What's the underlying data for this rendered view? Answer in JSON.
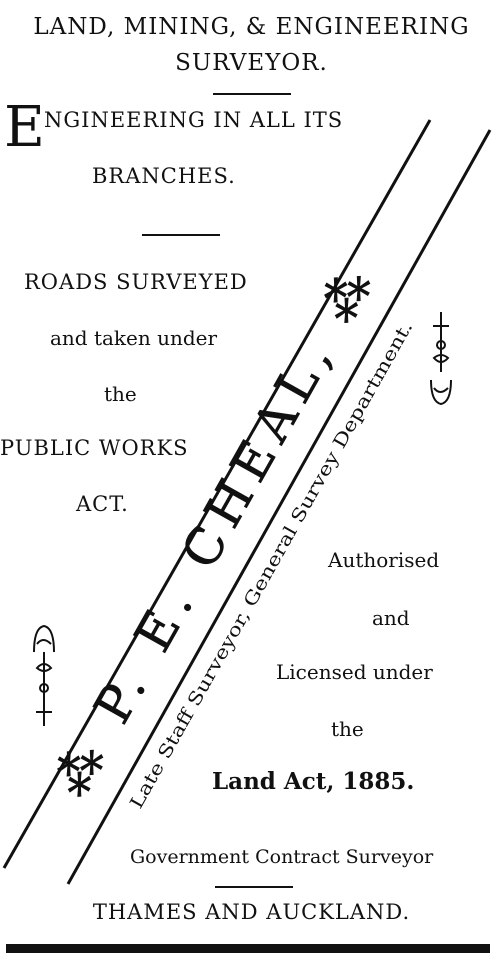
{
  "header": {
    "line1": "LAND, MINING, & ENGINEERING",
    "line2": "SURVEYOR."
  },
  "engineering": {
    "drop_cap": "E",
    "line1_rest": "NGINEERING IN ALL ITS",
    "line2": "BRANCHES."
  },
  "roads": {
    "line1": "ROADS SURVEYED",
    "line2": "and taken under",
    "line3": "the",
    "line4": "PUBLIC WORKS",
    "line5": "ACT."
  },
  "banner": {
    "name": "⁂ P. E. CHEAL, ⁂",
    "subtitle": "Late Staff Surveyor, General Survey Department."
  },
  "authorised": {
    "line1": "Authorised",
    "line2": "and",
    "line3": "Licensed under",
    "line4": "the",
    "line5": "Land Act, 1885."
  },
  "footer": {
    "contract": "Government Contract Surveyor",
    "location": "THAMES AND AUCKLAND."
  }
}
